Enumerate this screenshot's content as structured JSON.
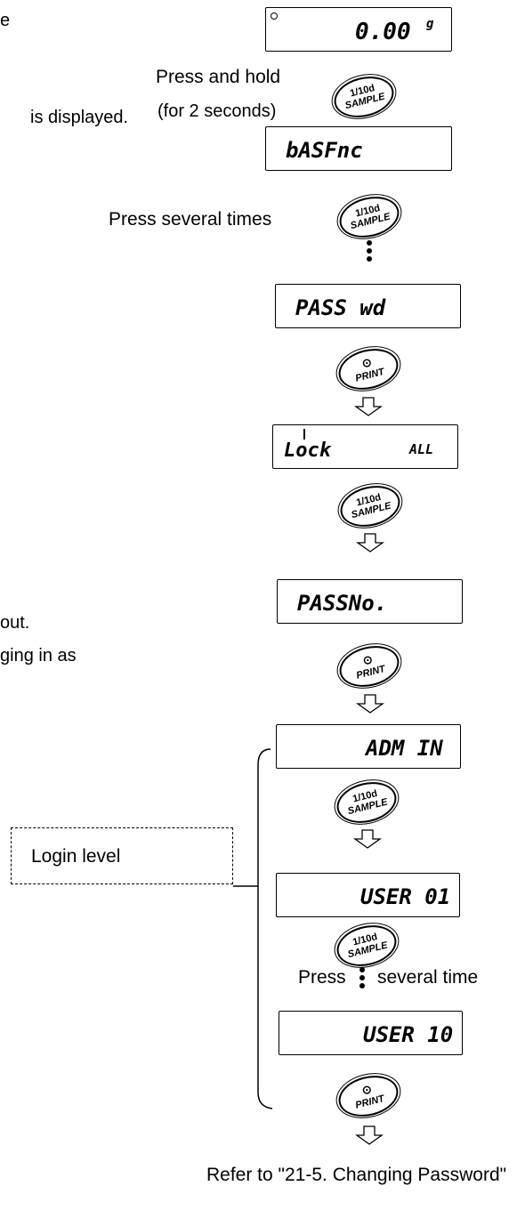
{
  "fragments": {
    "top_e": "e",
    "is_displayed": "is displayed.",
    "out": "out.",
    "ging_in_as": "ging in as"
  },
  "displays": {
    "weight": {
      "value": "0.00",
      "unit": "g"
    },
    "basfnc": "bASFnc",
    "passwd": "PASS wd",
    "lock": {
      "left": "Lock",
      "right": "ALL"
    },
    "passno": "PASSNo.",
    "admin": "ADM IN",
    "user01": "USER 01",
    "user10": "USER 10"
  },
  "instructions": {
    "press_hold": "Press and hold",
    "for_2_seconds": "(for 2 seconds)",
    "press_several_times": "Press several times",
    "press": "Press",
    "several_time": "several time",
    "refer": "Refer to \"21-5. Changing Password\""
  },
  "buttons": {
    "sample_top": "1/10d",
    "sample_bottom": "SAMPLE",
    "print_icon": "⊙",
    "print_bottom": "PRINT"
  },
  "login_level": "Login level"
}
